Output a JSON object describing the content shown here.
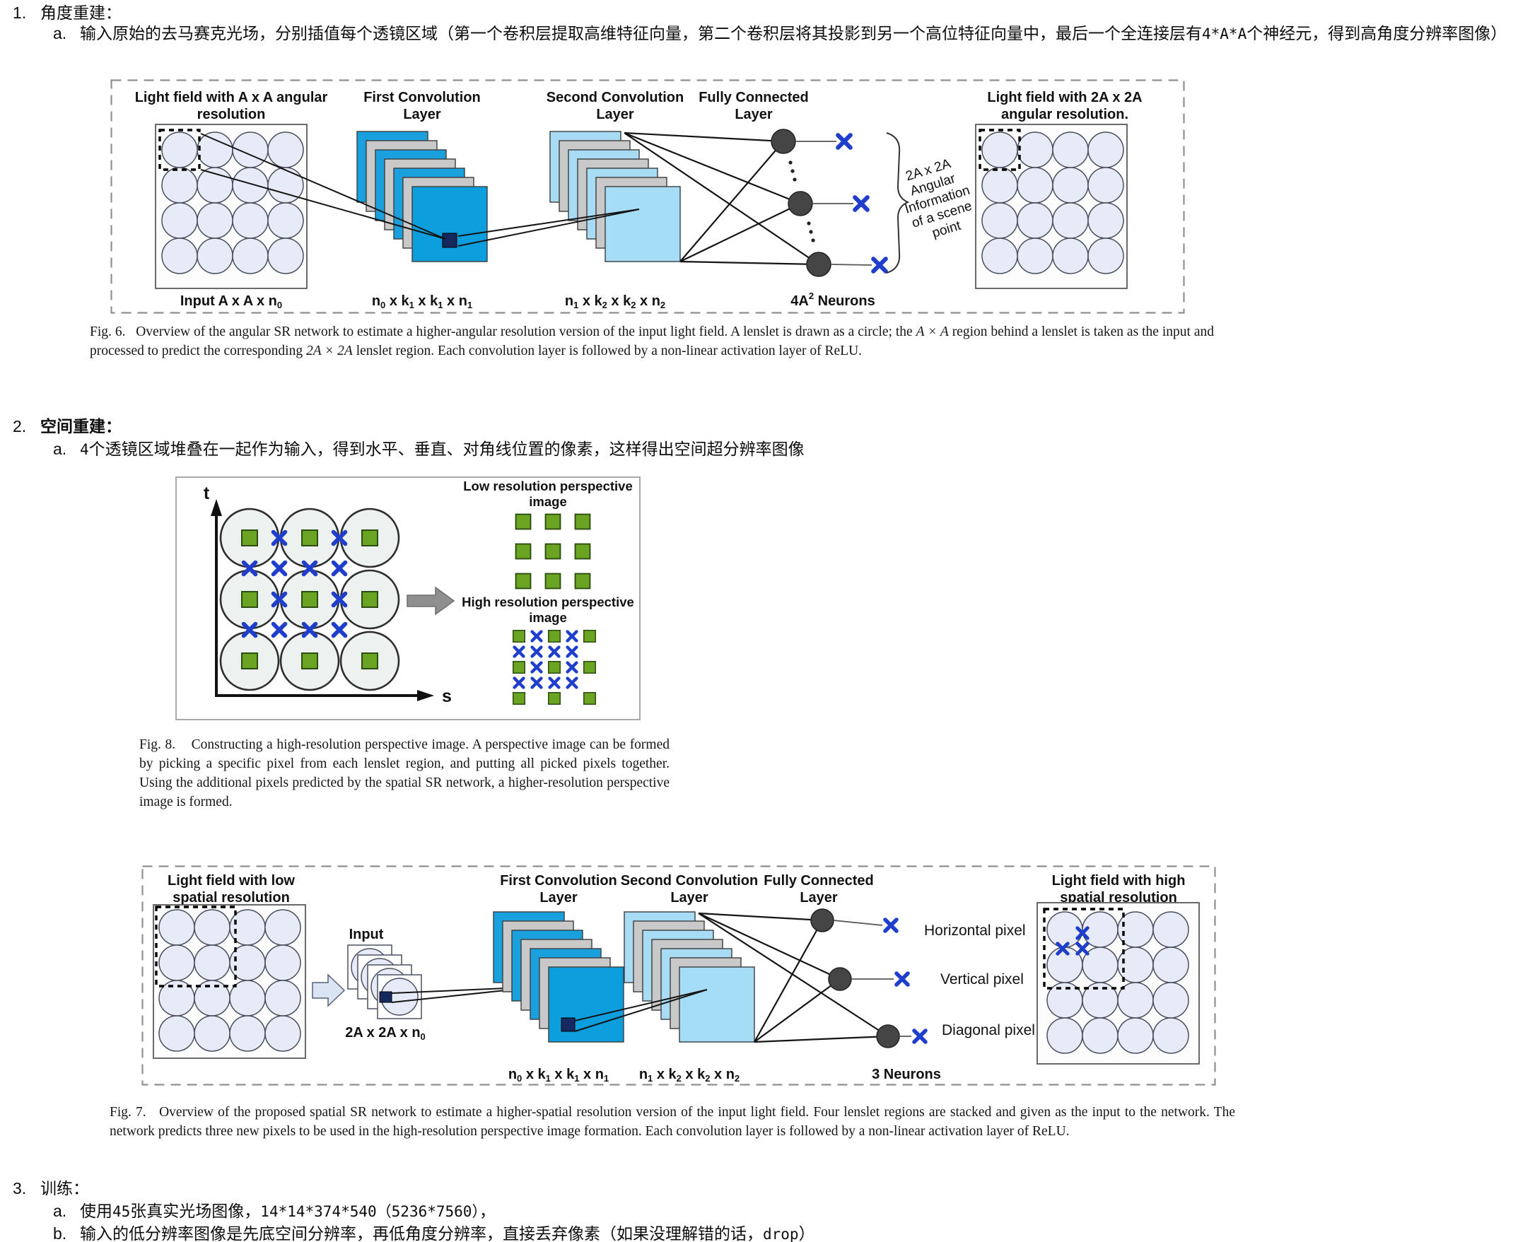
{
  "colors": {
    "conv_blue": "#1aa0dd",
    "conv_blue_front": "#0d9fdd",
    "conv_light_blue": "#a8dcf5",
    "card_gray": "#c9c9c9",
    "lenslet_fill": "#e7ebf7",
    "kernel_navy": "#16295e",
    "x_blue": "#1e3ecb",
    "pixel_green": "#6ba322",
    "neuron_dark": "#454545"
  },
  "list": {
    "item1": {
      "num": "1.",
      "title": "角度重建："
    },
    "item1a": {
      "marker": "a.",
      "seg1": "输入原始的去马赛克光场，分别插值每个透镜区域（第一个卷积层提取高维特征向量，第二个卷积层将其投影到另一个高位特征向量中，最后一个全连接层有",
      "mono": "4*A*A",
      "seg2": "个神经元，得到高角度分辨率图像）"
    },
    "item2": {
      "num": "2.",
      "title": "空间重建："
    },
    "item2a": {
      "marker": "a.",
      "mono": "4",
      "seg1": "个透镜区域堆叠在一起作为输入，得到水平、垂直、对角线位置的像素，这样得出空间超分辨率图像"
    },
    "item3": {
      "num": "3.",
      "title": "训练："
    },
    "item3a": {
      "marker": "a.",
      "seg1": "使用",
      "mono1": "45",
      "seg2": "张真实光场图像，",
      "mono2": "14*14*374*540（5236*7560）",
      "seg3": "，"
    },
    "item3b": {
      "marker": "b.",
      "seg1": "输入的低分辨率图像是先底空间分辨率，再低角度分辨率，直接丢弃像素（如果没理解错的话，",
      "mono": "drop",
      "seg2": "）"
    }
  },
  "fig6": {
    "left_title1": "Light field with A x A angular",
    "left_title2": "resolution",
    "conv1_title1": "First Convolution",
    "conv1_title2": "Layer",
    "conv2_title1": "Second Convolution",
    "conv2_title2": "Layer",
    "fc_title1": "Fully Connected",
    "fc_title2": "Layer",
    "right_title1": "Light field with 2A x 2A",
    "right_title2": "angular resolution.",
    "input_label": {
      "t1": "Input A x A x n",
      "s1": "0"
    },
    "conv1_label": {
      "t1": "n",
      "s1": "0",
      "t2": " x k",
      "s2": "1",
      "t3": " x k",
      "s3": "1",
      "t4": " x n",
      "s4": "1"
    },
    "conv2_label": {
      "t1": "n",
      "s1": "1",
      "t2": " x k",
      "s2": "2",
      "t3": " x k",
      "s3": "2",
      "t4": " x n",
      "s4": "2"
    },
    "neurons_label": {
      "t1": "4A",
      "s1": "2",
      "t2": " Neurons"
    },
    "brace": {
      "l1": "2A x 2A",
      "l2": "Angular",
      "l3": "Information",
      "l4": "of a scene",
      "l5": "point"
    },
    "caption": {
      "p1": "Fig. 6.   Overview of the angular SR network to estimate a higher-angular resolution version of the input light field. A lenslet is drawn as a circle; the ",
      "i1": "A × A",
      "p2": " region behind a lenslet is taken as the input and processed to predict the corresponding ",
      "i2": "2A × 2A",
      "p3": " lenslet region. Each convolution layer is followed by a non-linear activation layer of ReLU."
    }
  },
  "fig8": {
    "axis_t": "t",
    "axis_s": "s",
    "low_title1": "Low resolution perspective",
    "low_title2": "image",
    "high_title1": "High resolution perspective",
    "high_title2": "image",
    "caption": "Fig. 8.    Constructing a high-resolution perspective image. A perspective image can be formed by picking a specific pixel from each lenslet region, and putting all picked pixels together. Using the additional pixels predicted by the spatial SR network, a higher-resolution perspective image is formed."
  },
  "fig7": {
    "left_title1": "Light field with low",
    "left_title2": "spatial resolution",
    "input_title": "Input",
    "input_label": {
      "t1": "2A x 2A x n",
      "s1": "0"
    },
    "conv1_title1": "First Convolution",
    "conv1_title2": "Layer",
    "conv2_title1": "Second Convolution",
    "conv2_title2": "Layer",
    "fc_title1": "Fully Connected",
    "fc_title2": "Layer",
    "right_title1": "Light field with high",
    "right_title2": "spatial resolution",
    "conv1_label": {
      "t1": "n",
      "s1": "0",
      "t2": " x k",
      "s2": "1",
      "t3": " x k",
      "s3": "1",
      "t4": " x n",
      "s4": "1"
    },
    "conv2_label": {
      "t1": "n",
      "s1": "1",
      "t2": " x k",
      "s2": "2",
      "t3": " x k",
      "s3": "2",
      "t4": " x n",
      "s4": "2"
    },
    "neurons_label": "3 Neurons",
    "pixel_h": "Horizontal pixel",
    "pixel_v": "Vertical pixel",
    "pixel_d": "Diagonal pixel",
    "caption": "Fig. 7.   Overview of the proposed spatial SR network to estimate a higher-spatial resolution version of the input light field. Four lenslet regions are stacked and given as the input to the network. The network predicts three new pixels to be used in the high-resolution perspective image formation. Each convolution layer is followed by a non-linear activation layer of ReLU."
  }
}
